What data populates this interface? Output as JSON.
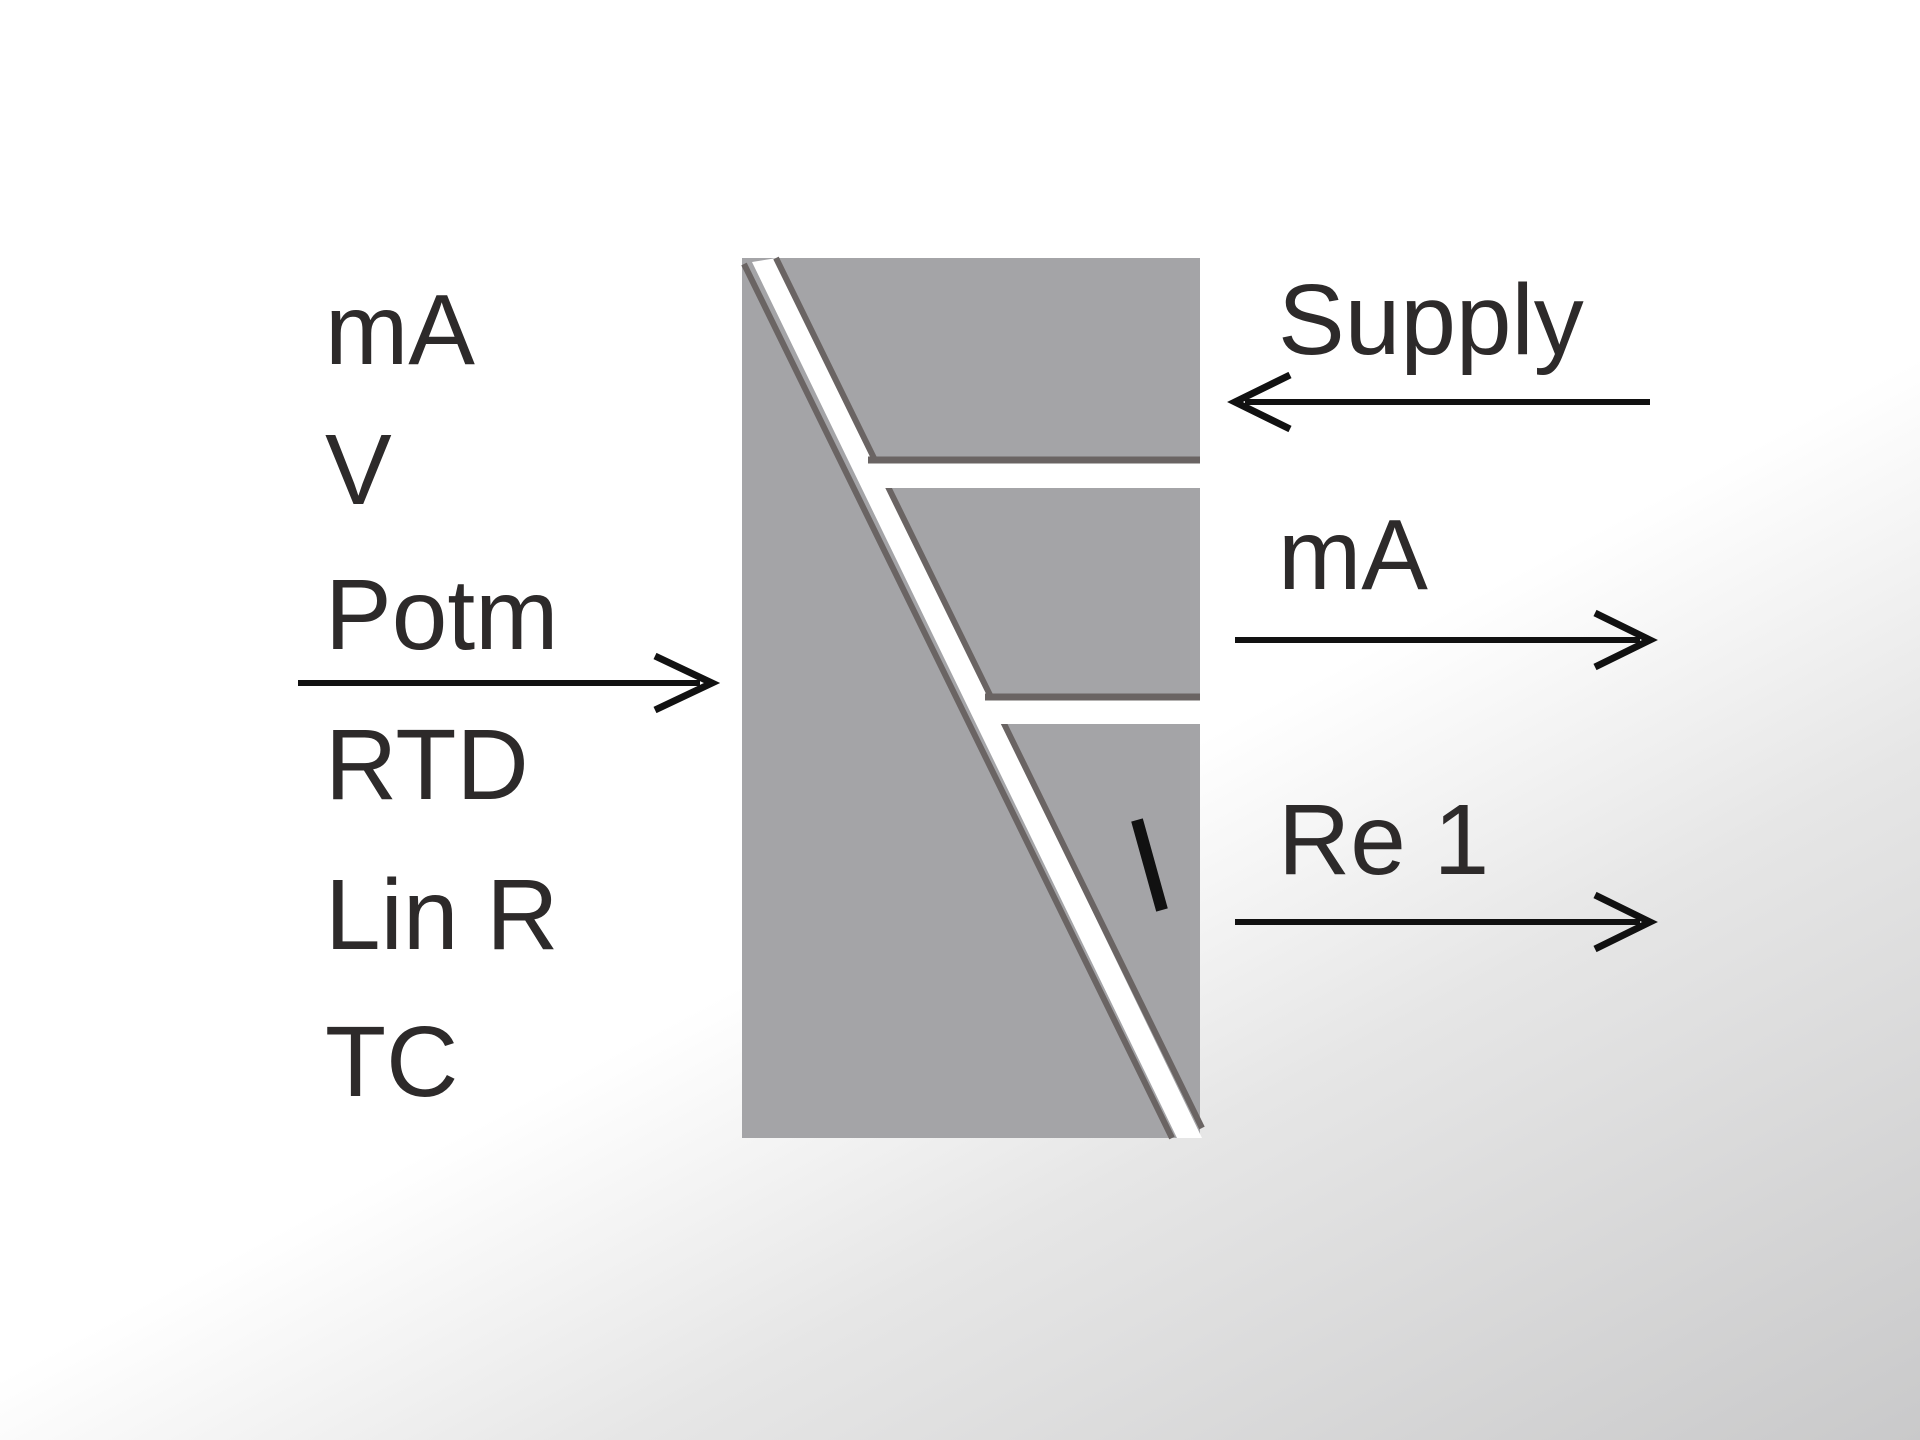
{
  "inputs": {
    "labels": [
      "mA",
      "V",
      "Potm",
      "RTD",
      "Lin R",
      "TC"
    ]
  },
  "outputs": {
    "supply_label": "Supply",
    "ma_label": "mA",
    "relay_label": "Re 1"
  },
  "colors": {
    "block_fill": "#a4a4a7",
    "block_edge": "#6a6463",
    "text": "#2d2a2a",
    "arrow": "#111111"
  },
  "icons": {
    "input_arrow": "arrow-right-icon",
    "supply_arrow": "arrow-left-icon",
    "output_arrows": "arrow-right-icon"
  }
}
